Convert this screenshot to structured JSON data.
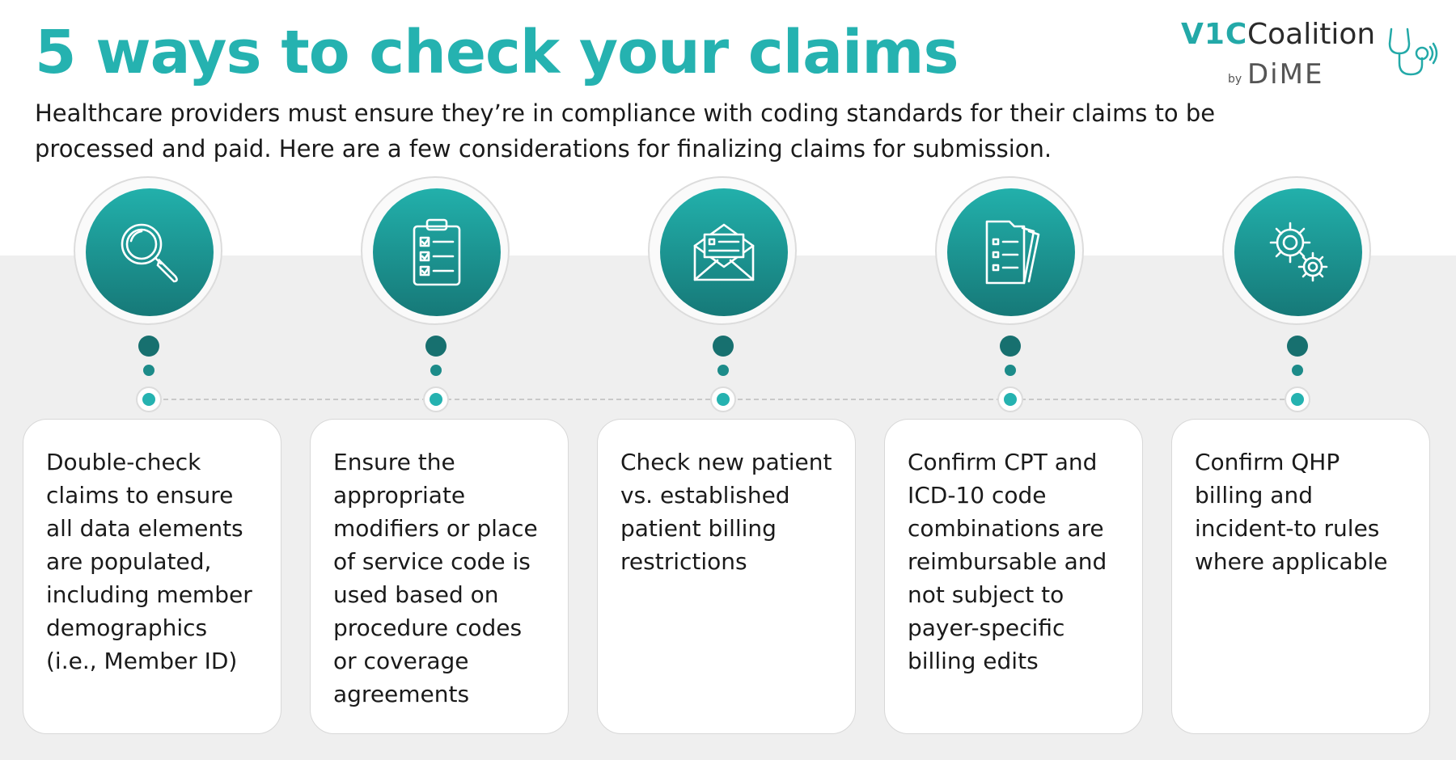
{
  "header": {
    "title": "5 ways to check your claims",
    "subtitle": "Healthcare providers must ensure they’re in compliance with coding standards for their claims to be processed and paid. Here are a few considerations for finalizing claims for submission."
  },
  "logo": {
    "brand": "V1C",
    "name": "Coalition",
    "by": "by",
    "partner": "DiME",
    "icon": "stethoscope-icon"
  },
  "colors": {
    "teal_accent": "#25b2b0",
    "teal_dark": "#167978",
    "band": "#efefef",
    "text": "#1a1a1a"
  },
  "steps": [
    {
      "icon": "magnifying-glass-icon",
      "text": "Double-check claims to ensure all data elements are populated, including member demographics (i.e., Member ID)"
    },
    {
      "icon": "clipboard-checklist-icon",
      "text": "Ensure the appropriate modifiers or place of service code is used based on procedure codes or coverage agreements"
    },
    {
      "icon": "envelope-letter-icon",
      "text": "Check new patient vs. established patient billing restrictions"
    },
    {
      "icon": "document-stack-icon",
      "text": "Confirm CPT and ICD-10 code combinations are reimbursable and not subject to payer-specific billing edits"
    },
    {
      "icon": "gears-icon",
      "text": "Confirm QHP billing and incident-to rules where applicable"
    }
  ]
}
